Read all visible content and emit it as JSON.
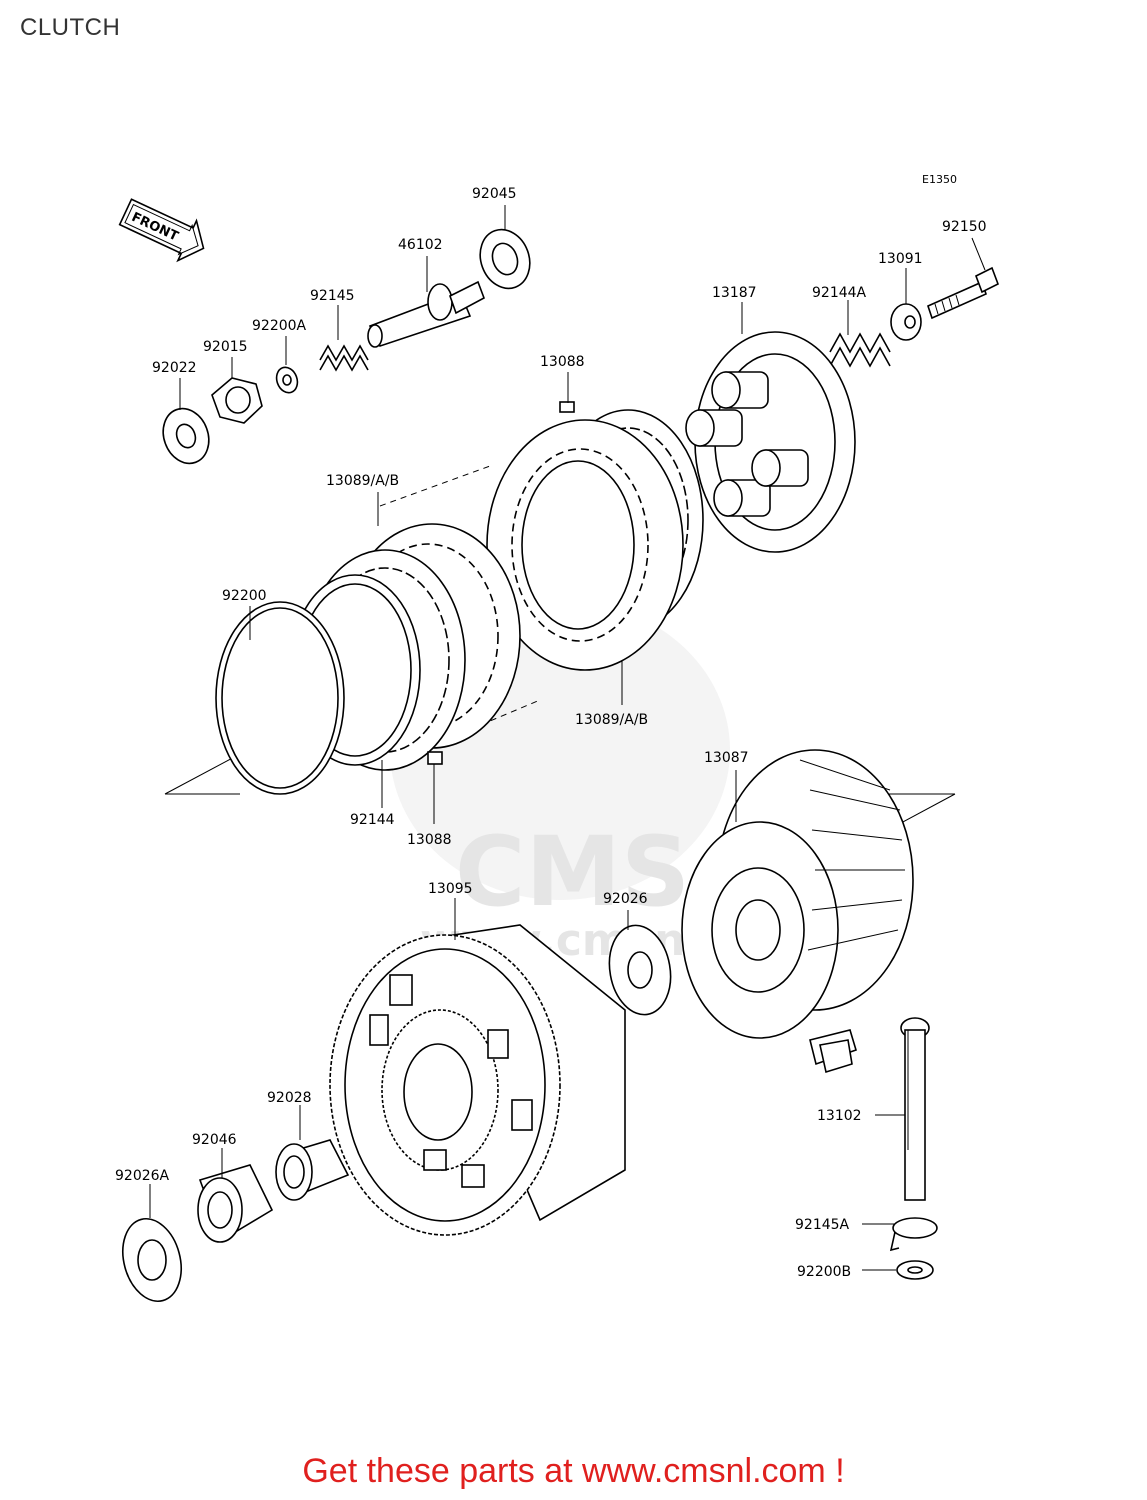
{
  "title": "CLUTCH",
  "diagram_code": "E1350",
  "front_arrow_text": "FRONT",
  "watermark": {
    "brand": "CMS",
    "url": "www.cmsnl.com"
  },
  "parts": [
    {
      "id": "p92045",
      "number": "92045"
    },
    {
      "id": "p46102",
      "number": "46102"
    },
    {
      "id": "p92145",
      "number": "92145"
    },
    {
      "id": "p92200A",
      "number": "92200A"
    },
    {
      "id": "p92015",
      "number": "92015"
    },
    {
      "id": "p92022",
      "number": "92022"
    },
    {
      "id": "p13088a",
      "number": "13088"
    },
    {
      "id": "p13187",
      "number": "13187"
    },
    {
      "id": "p92144A",
      "number": "92144A"
    },
    {
      "id": "p13091",
      "number": "13091"
    },
    {
      "id": "p92150",
      "number": "92150"
    },
    {
      "id": "p13089a",
      "number": "13089/A/B"
    },
    {
      "id": "p92200",
      "number": "92200"
    },
    {
      "id": "p13089b",
      "number": "13089/A/B"
    },
    {
      "id": "p92144",
      "number": "92144"
    },
    {
      "id": "p13088b",
      "number": "13088"
    },
    {
      "id": "p13087",
      "number": "13087"
    },
    {
      "id": "p13095",
      "number": "13095"
    },
    {
      "id": "p92026",
      "number": "92026"
    },
    {
      "id": "p92028",
      "number": "92028"
    },
    {
      "id": "p92046",
      "number": "92046"
    },
    {
      "id": "p92026A",
      "number": "92026A"
    },
    {
      "id": "p13102",
      "number": "13102"
    },
    {
      "id": "p92145A",
      "number": "92145A"
    },
    {
      "id": "p92200B",
      "number": "92200B"
    }
  ],
  "footer": "Get these parts at www.cmsnl.com !",
  "colors": {
    "footer": "#e0201e",
    "line": "#000000",
    "watermark": "#e6e6e6"
  }
}
